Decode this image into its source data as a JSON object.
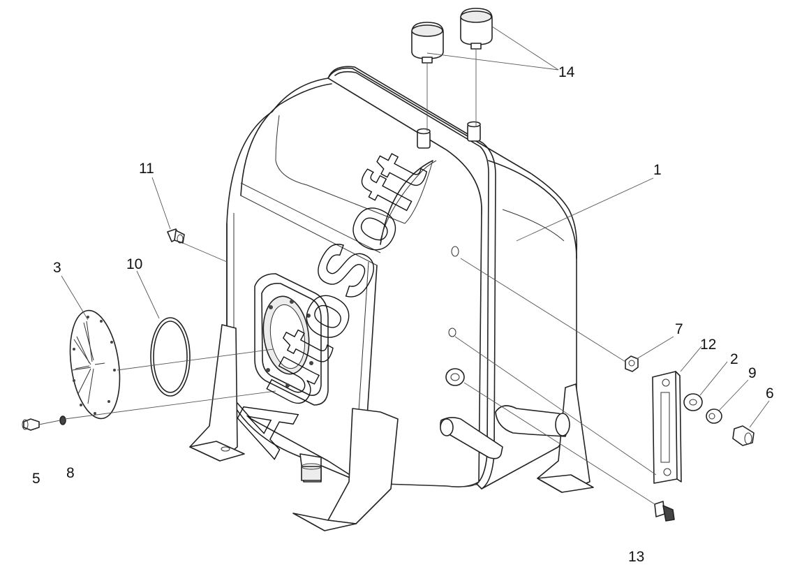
{
  "watermark": "AutoSoft",
  "callouts": {
    "c1": "1",
    "c2": "2",
    "c3": "3",
    "c5": "5",
    "c6": "6",
    "c7": "7",
    "c8": "8",
    "c9": "9",
    "c10": "10",
    "c11": "11",
    "c12": "12",
    "c13": "13",
    "c14": "14"
  }
}
